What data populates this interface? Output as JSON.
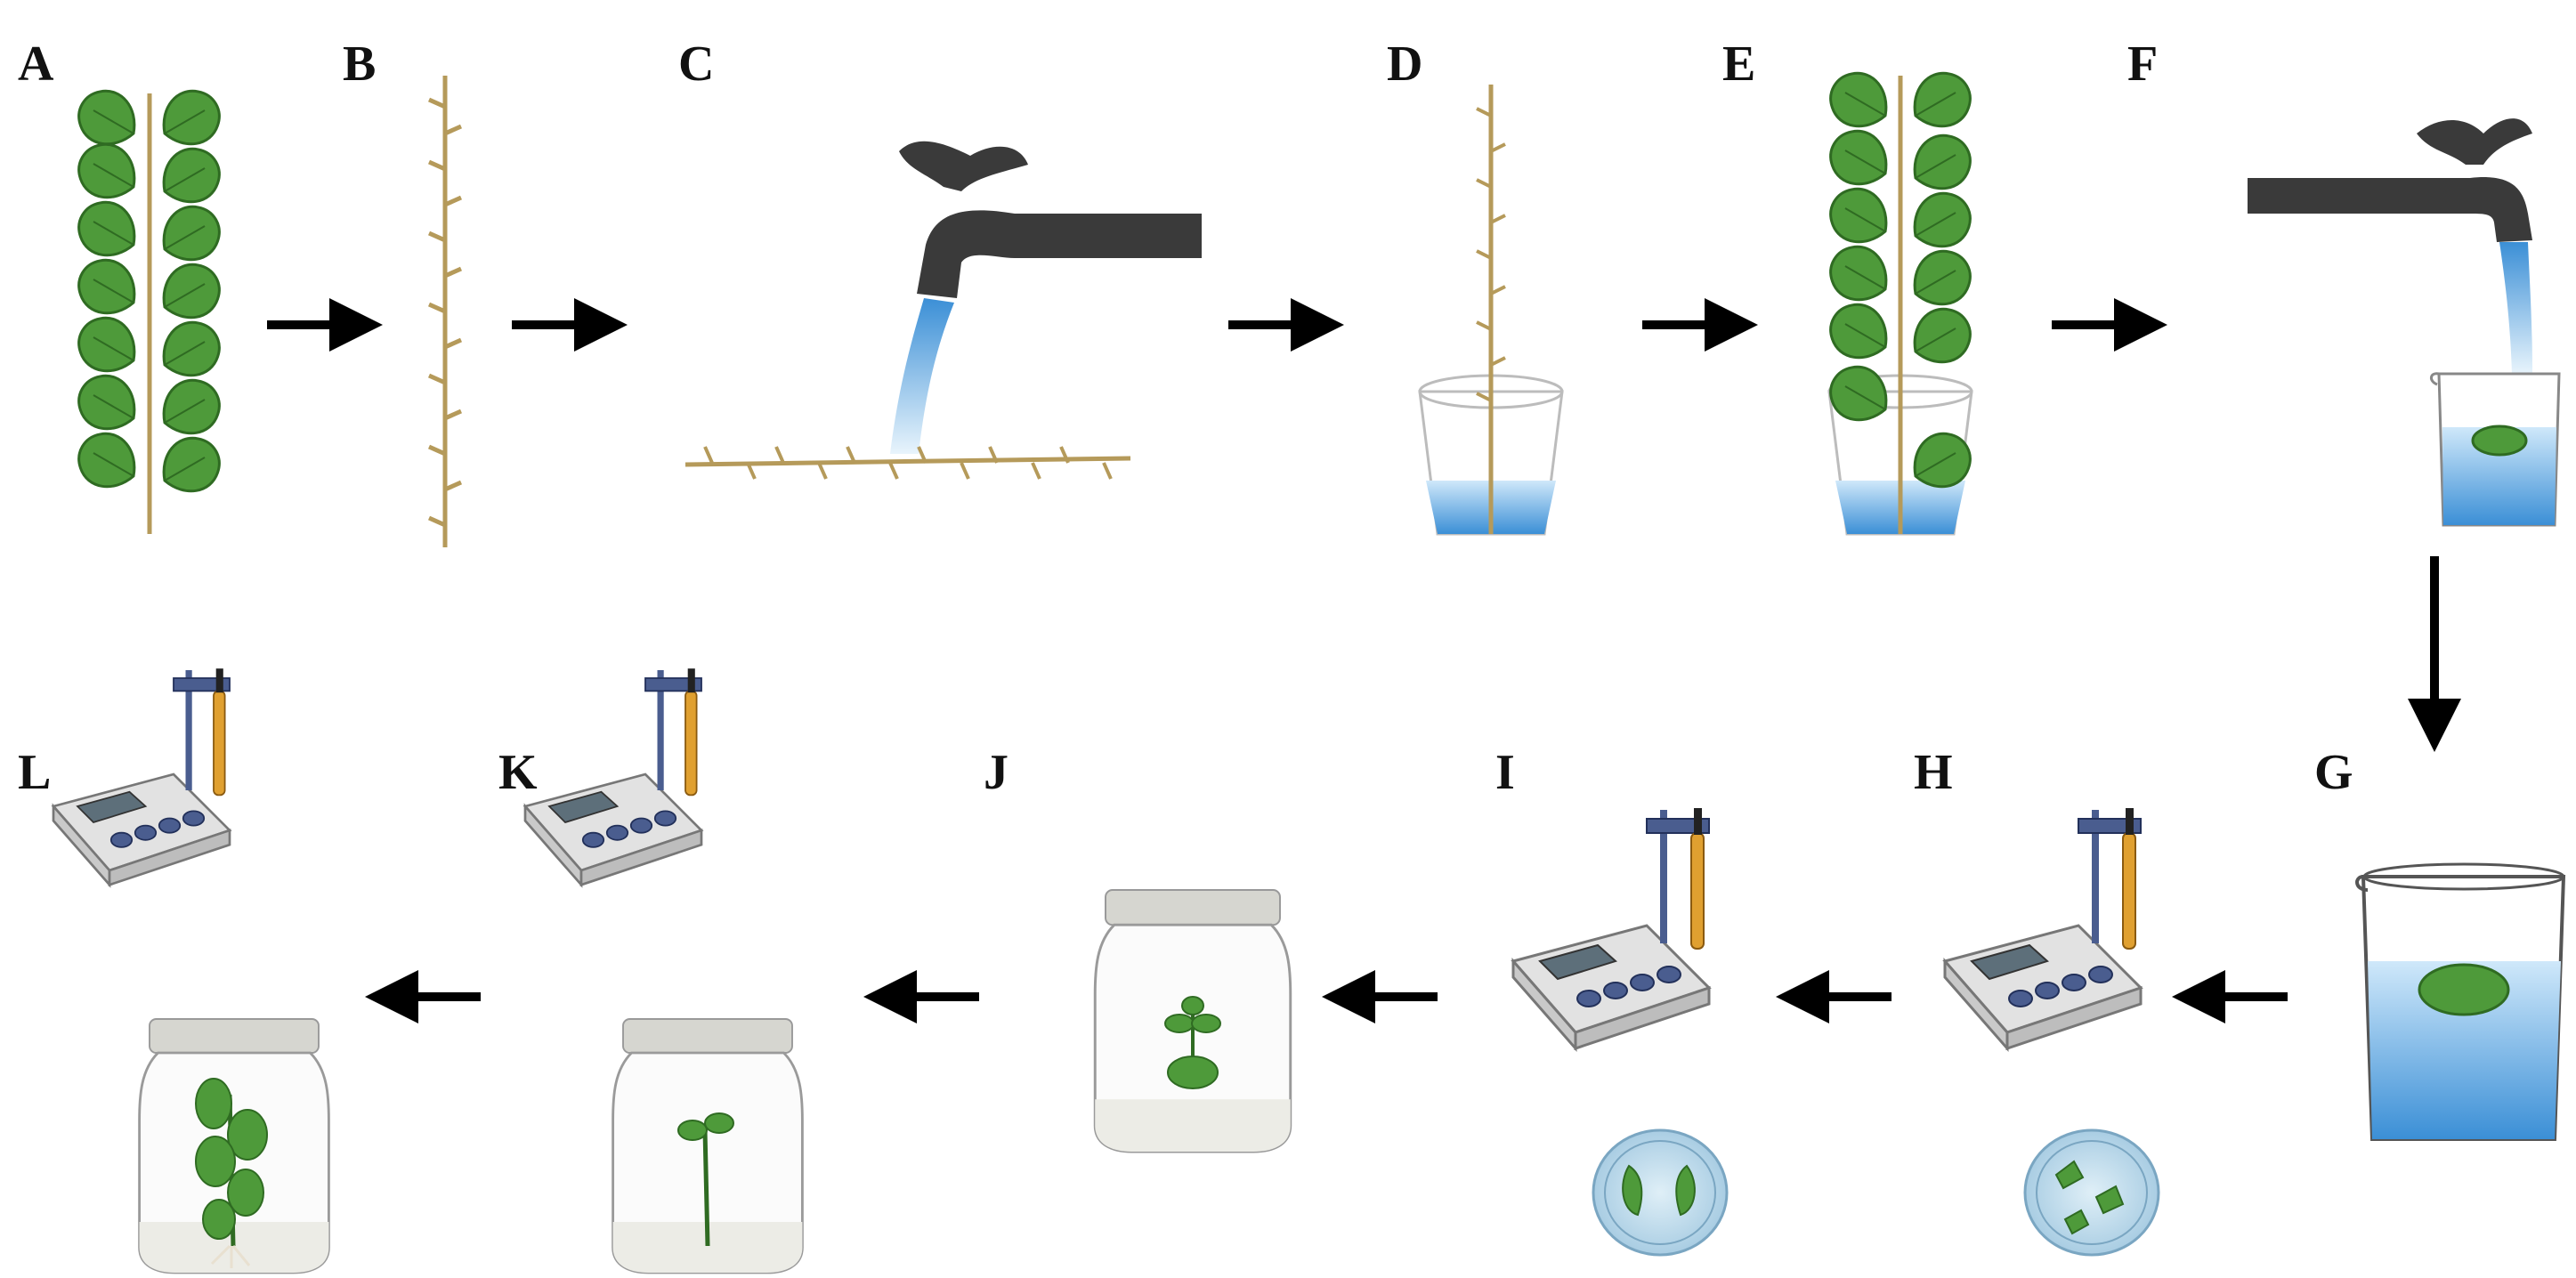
{
  "figure": {
    "panels": [
      {
        "id": "A",
        "label": "A"
      },
      {
        "id": "B",
        "label": "B"
      },
      {
        "id": "C",
        "label": "C"
      },
      {
        "id": "D",
        "label": "D"
      },
      {
        "id": "E",
        "label": "E"
      },
      {
        "id": "F",
        "label": "F"
      },
      {
        "id": "G",
        "label": "G"
      },
      {
        "id": "H",
        "label": "H"
      },
      {
        "id": "I",
        "label": "I"
      },
      {
        "id": "J",
        "label": "J"
      },
      {
        "id": "K",
        "label": "K"
      },
      {
        "id": "L",
        "label": "L"
      }
    ],
    "colors": {
      "leaf": "#4e9a3a",
      "leaf_dark": "#2f6b22",
      "stem": "#b59a5a",
      "water": "#6aaee0",
      "faucet": "#3a3a3a",
      "arrow": "#000000",
      "meter_body": "#d9d9d9",
      "meter_button": "#4a5d8f",
      "probe": "#e0a030",
      "jar_lid": "#d6d6d0"
    }
  }
}
